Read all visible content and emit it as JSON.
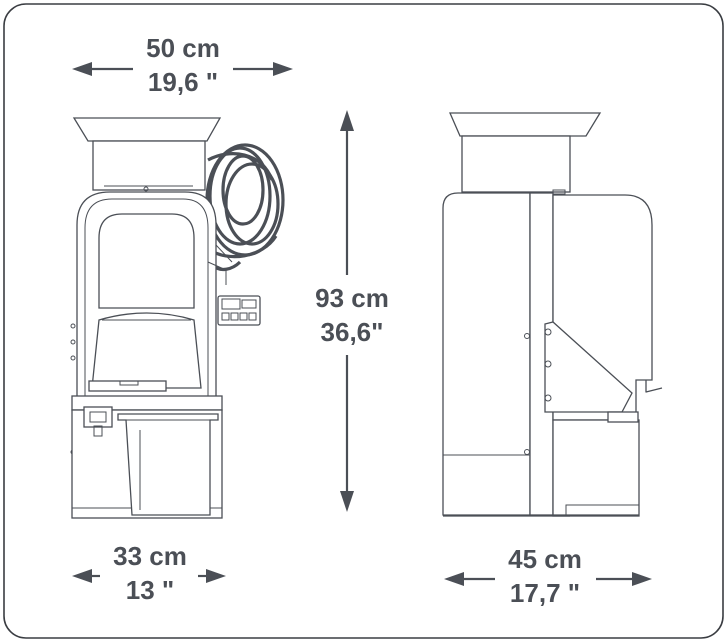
{
  "dimensions": {
    "top_width": {
      "metric": "50 cm",
      "imperial": "19,6 \""
    },
    "height": {
      "metric": "93 cm",
      "imperial": "36,6\""
    },
    "bottom_width": {
      "metric": "33 cm",
      "imperial": "13 \""
    },
    "depth": {
      "metric": "45 cm",
      "imperial": "17,7 \""
    }
  },
  "colors": {
    "stroke": "#4b4f56",
    "background": "#ffffff",
    "frame": "#3a3d42"
  },
  "icons": [
    "front-view-drawing",
    "side-view-drawing",
    "power-cord-coil",
    "control-panel-display"
  ]
}
